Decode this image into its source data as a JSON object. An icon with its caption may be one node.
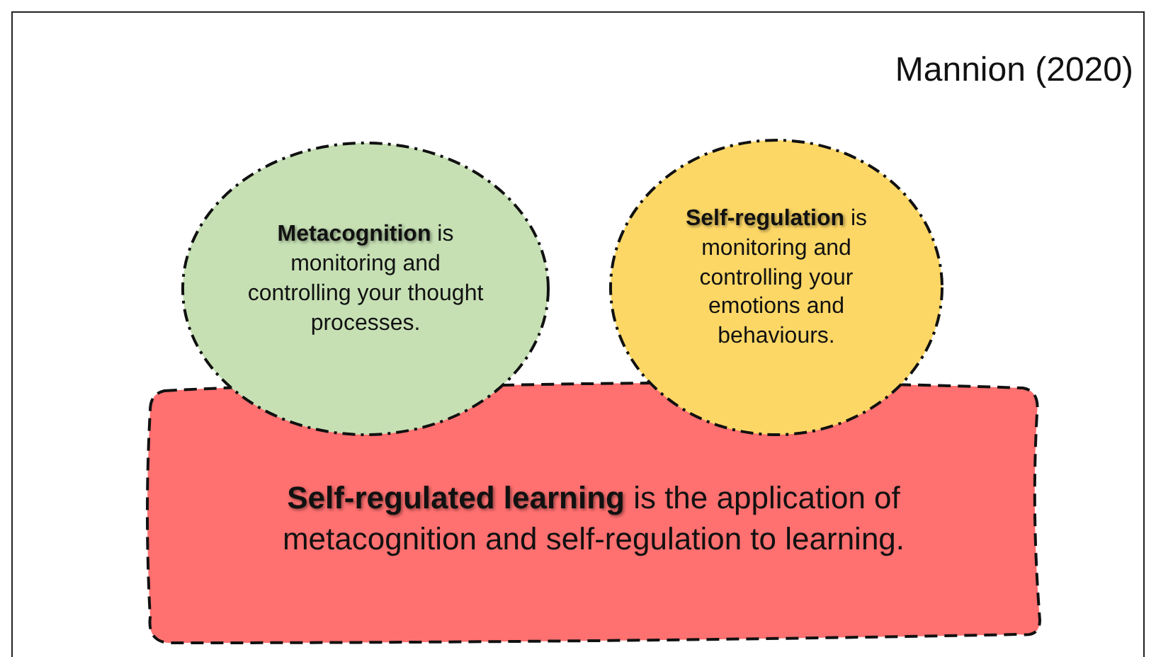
{
  "diagram": {
    "nodes": [
      {
        "text": [
          "**Self-regulated learning** is the application of metacognition and self-regulation to learning."
        ]
      },
      {
        "text": [
          "**Metacognition** is monitoring and controlling your thought processes."
        ]
      },
      {
        "text": [
          "**Self-regulation** is monitoring and controlling your emotions and behaviours."
        ]
      }
    ],
    "labels": [
      "Mannion (2020)"
    ]
  }
}
